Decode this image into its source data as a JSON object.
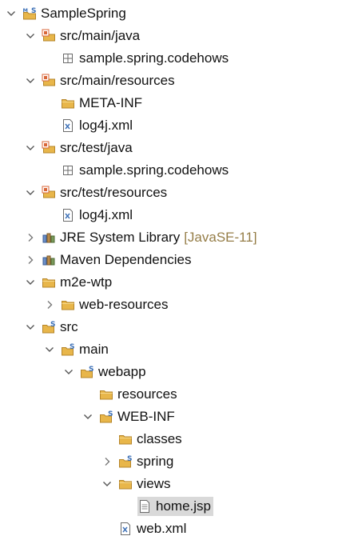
{
  "tree": [
    {
      "name": "project-samplespring",
      "label": "SampleSpring",
      "icon": "maven-project",
      "expand": "open",
      "depth": 0
    },
    {
      "name": "folder-src-main-java",
      "label": "src/main/java",
      "icon": "source-folder",
      "expand": "open",
      "depth": 1
    },
    {
      "name": "package-sample-spring-codehows-main",
      "label": "sample.spring.codehows",
      "icon": "package",
      "expand": "none",
      "depth": 2
    },
    {
      "name": "folder-src-main-resources",
      "label": "src/main/resources",
      "icon": "source-folder",
      "expand": "open",
      "depth": 1
    },
    {
      "name": "folder-meta-inf",
      "label": "META-INF",
      "icon": "folder",
      "expand": "none",
      "depth": 2
    },
    {
      "name": "file-log4j-xml-main",
      "label": "log4j.xml",
      "icon": "xml-file",
      "expand": "none",
      "depth": 2
    },
    {
      "name": "folder-src-test-java",
      "label": "src/test/java",
      "icon": "source-folder",
      "expand": "open",
      "depth": 1
    },
    {
      "name": "package-sample-spring-codehows-test",
      "label": "sample.spring.codehows",
      "icon": "package",
      "expand": "none",
      "depth": 2
    },
    {
      "name": "folder-src-test-resources",
      "label": "src/test/resources",
      "icon": "source-folder",
      "expand": "open",
      "depth": 1
    },
    {
      "name": "file-log4j-xml-test",
      "label": "log4j.xml",
      "icon": "xml-file",
      "expand": "none",
      "depth": 2
    },
    {
      "name": "library-jre-system",
      "label": "JRE System Library",
      "decoration": "[JavaSE-11]",
      "icon": "library",
      "expand": "closed",
      "depth": 1
    },
    {
      "name": "library-maven-dependencies",
      "label": "Maven Dependencies",
      "icon": "library",
      "expand": "closed",
      "depth": 1
    },
    {
      "name": "folder-m2e-wtp",
      "label": "m2e-wtp",
      "icon": "folder",
      "expand": "open",
      "depth": 1
    },
    {
      "name": "folder-web-resources",
      "label": "web-resources",
      "icon": "folder",
      "expand": "closed",
      "depth": 2
    },
    {
      "name": "folder-src",
      "label": "src",
      "icon": "spring-folder",
      "expand": "open",
      "depth": 1
    },
    {
      "name": "folder-main",
      "label": "main",
      "icon": "spring-folder",
      "expand": "open",
      "depth": 2
    },
    {
      "name": "folder-webapp",
      "label": "webapp",
      "icon": "spring-folder",
      "expand": "open",
      "depth": 3
    },
    {
      "name": "folder-resources",
      "label": "resources",
      "icon": "folder",
      "expand": "none",
      "depth": 4
    },
    {
      "name": "folder-web-inf",
      "label": "WEB-INF",
      "icon": "spring-folder",
      "expand": "open",
      "depth": 4
    },
    {
      "name": "folder-classes",
      "label": "classes",
      "icon": "folder",
      "expand": "none",
      "depth": 5
    },
    {
      "name": "folder-spring",
      "label": "spring",
      "icon": "spring-folder",
      "expand": "closed",
      "depth": 5
    },
    {
      "name": "folder-views",
      "label": "views",
      "icon": "folder",
      "expand": "open",
      "depth": 5
    },
    {
      "name": "file-home-jsp",
      "label": "home.jsp",
      "icon": "text-file",
      "expand": "none",
      "depth": 6,
      "selected": true
    },
    {
      "name": "file-web-xml",
      "label": "web.xml",
      "icon": "xml-file",
      "expand": "none",
      "depth": 5
    }
  ],
  "colors": {
    "folder": "#e8b64a",
    "folder_dark": "#b5852a",
    "source_badge": "#d9673a",
    "spring_badge": "#3b6fb6",
    "selection": "#d9d9d9",
    "decoration": "#957d47"
  }
}
